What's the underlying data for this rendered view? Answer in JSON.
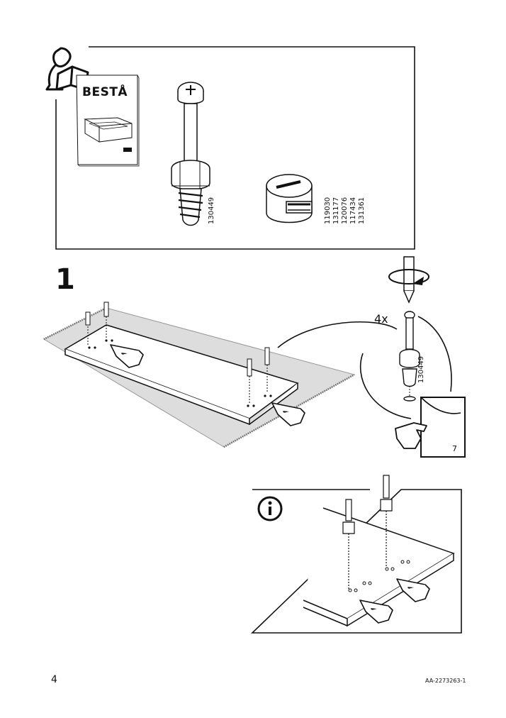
{
  "booklet": {
    "title": "BESTÅ"
  },
  "parts": {
    "dowel_numbers": [
      "130449"
    ],
    "cam_numbers": [
      "119030",
      "131177",
      "120076",
      "117434",
      "131361"
    ]
  },
  "step": {
    "number": "1",
    "quantity": "4x",
    "detail_part_number": "130449",
    "page_ref": "7"
  },
  "footer": {
    "page_number": "4",
    "document_code": "AA-2273263-1"
  },
  "icons": [
    "manual-reader-icon",
    "info-icon",
    "rotate-arrow-icon",
    "hand-pointer-icon",
    "page-turn-icon"
  ]
}
